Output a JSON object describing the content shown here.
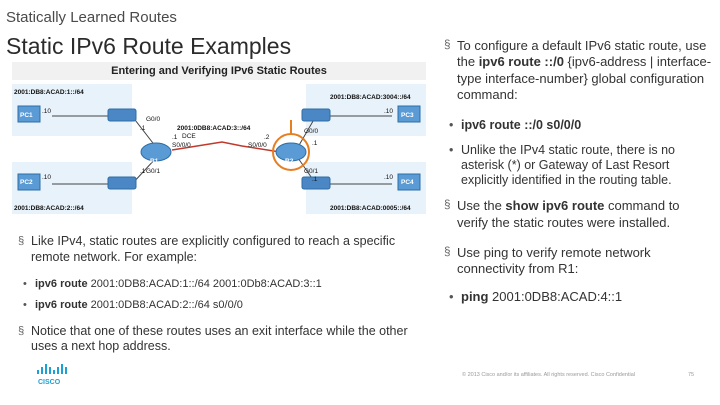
{
  "header": {
    "section": "Statically Learned Routes",
    "title": "Static IPv6 Route Examples"
  },
  "diagram": {
    "title": "Entering and Verifying IPv6 Static Routes",
    "net_pc1": "2001:DB8:ACAD:1::/64",
    "net_pc2": "2001:DB8:ACAD:2::/64",
    "net_pc3": "2001:DB8:ACAD:3004::/64",
    "net_pc4": "2001:DB8:ACAD:0005::/64",
    "net_serial": "2001:0DB8:ACAD:3::/64",
    "pc1": "PC1",
    "pc2": "PC2",
    "pc3": "PC3",
    "pc4": "PC4",
    "r1": "R1",
    "r2": "R2",
    "host_10a": ".10",
    "host_10b": ".10",
    "host_10c": ".10",
    "host_10d": ".10",
    "g00_left": "G0/0",
    "g01_left": "G0/1",
    "g00_right": "G0/0",
    "g01_right": "G0/1",
    "s000_left": "S0/0/0",
    "s000_right": "S0/0/0",
    "dce": "DCE",
    "one_a": ".1",
    "one_b": ".1",
    "one_c": ".1",
    "one_d": ".1",
    "one_e": ".1",
    "two": ".2"
  },
  "left": {
    "intro": "Like IPv4, static routes are explicitly configured to reach a specific remote network.  For example:",
    "ex1_cmd": "ipv6 route",
    "ex1_rest": " 2001:0DB8:ACAD:1::/64 2001:0Db8:ACAD:3::1",
    "ex2_cmd": "ipv6 route",
    "ex2_rest": " 2001:0DB8:ACAD:2::/64 s0/0/0",
    "note": "Notice that one of these routes uses an exit interface while the other uses a next hop address."
  },
  "right": {
    "b1_pre": "To configure a default IPv6 static route, use the ",
    "b1_cmd": "ipv6 route ::/0",
    "b1_post": " {ipv6-address | interface-type interface-number} global configuration command:",
    "s1": "ipv6 route ::/0 s0/0/0",
    "s2": "Unlike the IPv4 static route, there is no asterisk (*) or Gateway of Last Resort explicitly identified in the routing table.",
    "b2_pre": "Use the ",
    "b2_cmd": "show ipv6 route",
    "b2_post": " command to verify the static routes were installed.",
    "b3": "Use ping to verify remote network connectivity from R1:",
    "s3_cmd": "ping",
    "s3_rest": " 2001:0DB8:ACAD:4::1"
  },
  "footer": {
    "copyright": "© 2013 Cisco and/or its affiliates. All rights reserved.   Cisco Confidential",
    "page": "75"
  }
}
